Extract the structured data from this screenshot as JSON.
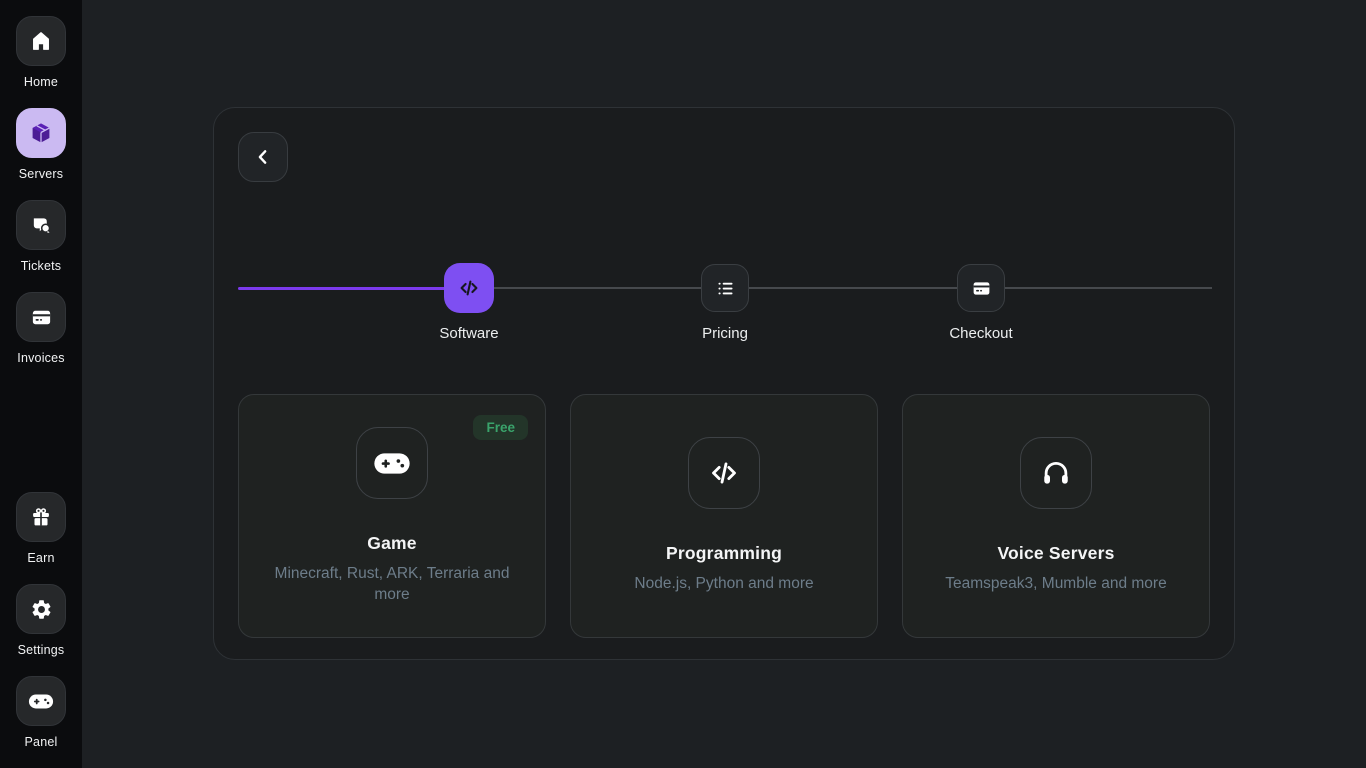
{
  "sidebar": {
    "items": [
      {
        "label": "Home",
        "icon": "home-icon",
        "active": false
      },
      {
        "label": "Servers",
        "icon": "cube-icon",
        "active": true
      },
      {
        "label": "Tickets",
        "icon": "chat-bubbles-icon",
        "active": false
      },
      {
        "label": "Invoices",
        "icon": "credit-card-icon",
        "active": false
      },
      {
        "label": "Earn",
        "icon": "gift-icon",
        "active": false
      },
      {
        "label": "Settings",
        "icon": "gear-icon",
        "active": false
      },
      {
        "label": "Panel",
        "icon": "gamepad-icon",
        "active": false
      }
    ]
  },
  "wizard": {
    "steps": [
      {
        "label": "Software",
        "icon": "code-icon",
        "state": "active"
      },
      {
        "label": "Pricing",
        "icon": "list-icon",
        "state": "upcoming"
      },
      {
        "label": "Checkout",
        "icon": "credit-card-icon",
        "state": "upcoming"
      }
    ],
    "categories": [
      {
        "title": "Game",
        "subtitle": "Minecraft, Rust, ARK, Terraria and more",
        "badge": "Free",
        "icon": "gamepad-icon"
      },
      {
        "title": "Programming",
        "subtitle": "Node.js, Python and more",
        "icon": "code-icon"
      },
      {
        "title": "Voice Servers",
        "subtitle": "Teamspeak3, Mumble and more",
        "icon": "headphones-icon"
      }
    ]
  },
  "colors": {
    "page_bg": "#1d2023",
    "sidebar_bg": "#0b0c0e",
    "panel_bg": "#1a1c1e",
    "accent_purple": "#7c3aed",
    "active_step_bg": "#7e4ff2",
    "sidebar_active_bg": "#cbbaf2",
    "badge_bg": "#233529",
    "badge_text": "#3aa36b",
    "subtitle_text": "#6d7d8a"
  }
}
